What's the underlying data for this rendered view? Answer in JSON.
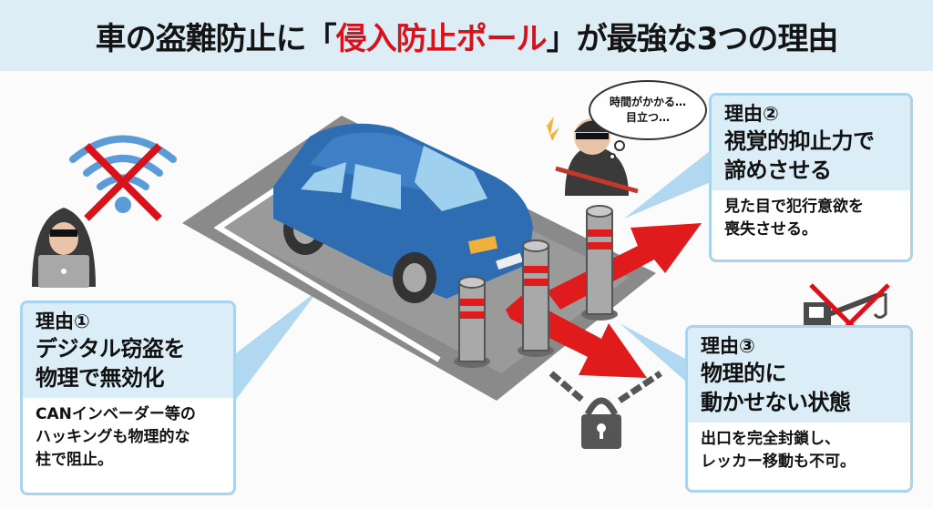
{
  "header": {
    "title_prefix": "車の盗難防止に「",
    "title_accent": "侵入防止ポール",
    "title_suffix": "」が最強な3つの理由",
    "accent_color": "#d8121b",
    "background_color": "#dcedf6"
  },
  "illustration": {
    "thief_thought_line1": "時間がかかる…",
    "thief_thought_line2": "目立つ…",
    "icons": [
      "wifi-crossed-icon",
      "hacker-laptop-icon",
      "car-icon",
      "bollard-icon",
      "thief-crowbar-icon",
      "padlock-chain-icon",
      "tow-truck-crossed-icon"
    ]
  },
  "reasons": [
    {
      "number": "理由①",
      "title_line1": "デジタル窃盗を",
      "title_line2": "物理で無効化",
      "body_line1": "CANインベーダー等の",
      "body_line2": "ハッキングも物理的な",
      "body_line3": "柱で阻止。"
    },
    {
      "number": "理由②",
      "title_line1": "視覚的抑止力で",
      "title_line2": "諦めさせる",
      "body_line1": "見た目で犯行意欲を",
      "body_line2": "喪失させる。"
    },
    {
      "number": "理由③",
      "title_line1": "物理的に",
      "title_line2": "動かせない状態",
      "body_line1": "出口を完全封鎖し、",
      "body_line2": "レッカー移動も不可。"
    }
  ]
}
